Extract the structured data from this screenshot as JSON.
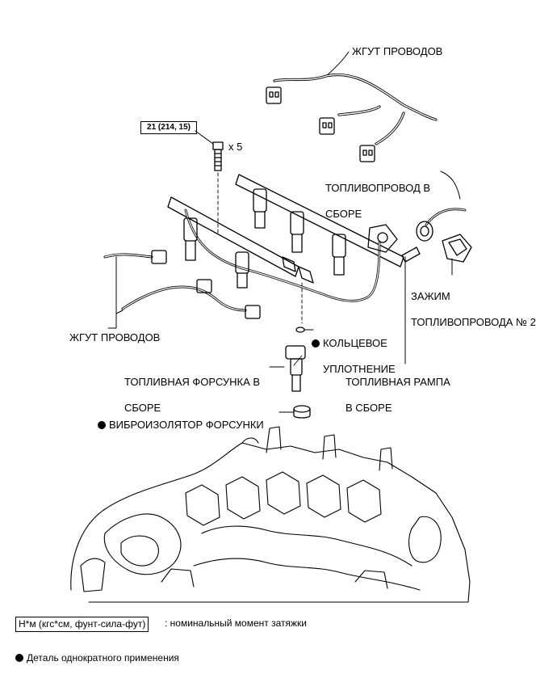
{
  "labels": {
    "harness_top": "ЖГУТ ПРОВОДОВ",
    "fuel_pipe_line1": "ТОПЛИВОПРОВОД В",
    "fuel_pipe_line2": "СБОРЕ",
    "clamp_line1": "ЗАЖИМ",
    "clamp_line2": "ТОПЛИВОПРОВОДА № 2",
    "harness_left": "ЖГУТ ПРОВОДОВ",
    "oring_line1": "КОЛЬЦЕВОЕ",
    "oring_line2": "УПЛОТНЕНИЕ",
    "injector_line1": "ТОПЛИВНАЯ ФОРСУНКА В",
    "injector_line2": "СБОРЕ",
    "rail_line1": "ТОПЛИВНАЯ РАМПА",
    "rail_line2": "В СБОРЕ",
    "insulator": "ВИБРОИЗОЛЯТОР ФОРСУНКИ"
  },
  "torque": {
    "value": "21 (214, 15)",
    "quantity": "x 5"
  },
  "legend": {
    "torque_unit": "Н*м (кгс*см, фунт-сила-фут)",
    "torque_desc": ": номинальный момент затяжки",
    "single_use": "Деталь однократного применения"
  }
}
